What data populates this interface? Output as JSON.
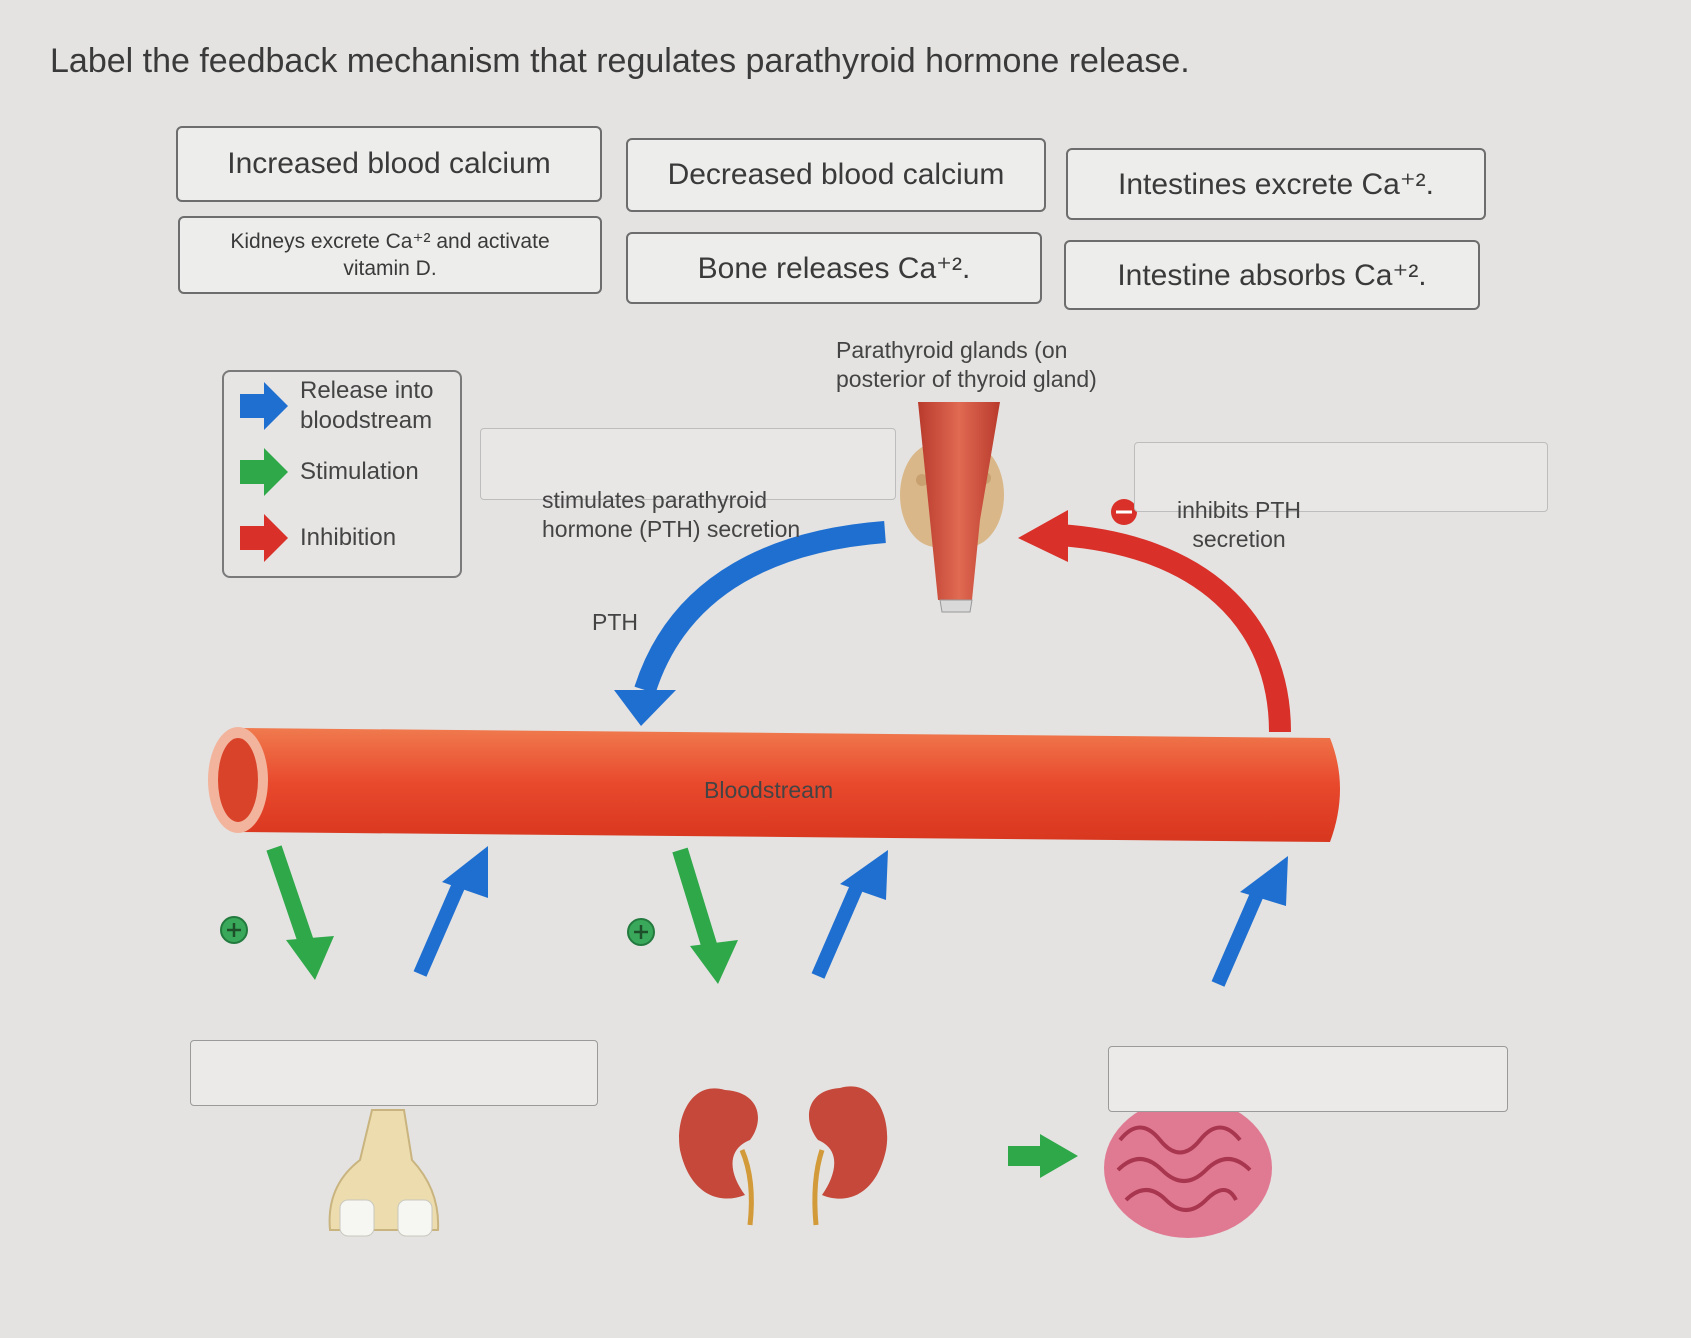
{
  "question": "Label the feedback mechanism that regulates parathyroid hormone release.",
  "labels": [
    "Increased blood calcium",
    "Decreased blood calcium",
    "Intestines excrete Ca⁺².",
    "Kidneys excrete Ca⁺² and activate vitamin D.",
    "Bone releases Ca⁺².",
    "Intestine absorbs Ca⁺²."
  ],
  "legend": {
    "release": "Release into bloodstream",
    "stimulation": "Stimulation",
    "inhibition": "Inhibition"
  },
  "diagram": {
    "parathyroid": "Parathyroid glands (on posterior of thyroid gland)",
    "stimulates": "stimulates parathyroid hormone (PTH) secretion",
    "pth": "PTH",
    "bloodstream": "Bloodstream",
    "inhibits": "inhibits PTH secretion"
  },
  "colors": {
    "blue": "#1f6fd1",
    "green": "#2fa84a",
    "red": "#d93029",
    "vessel": "#e8482c"
  }
}
